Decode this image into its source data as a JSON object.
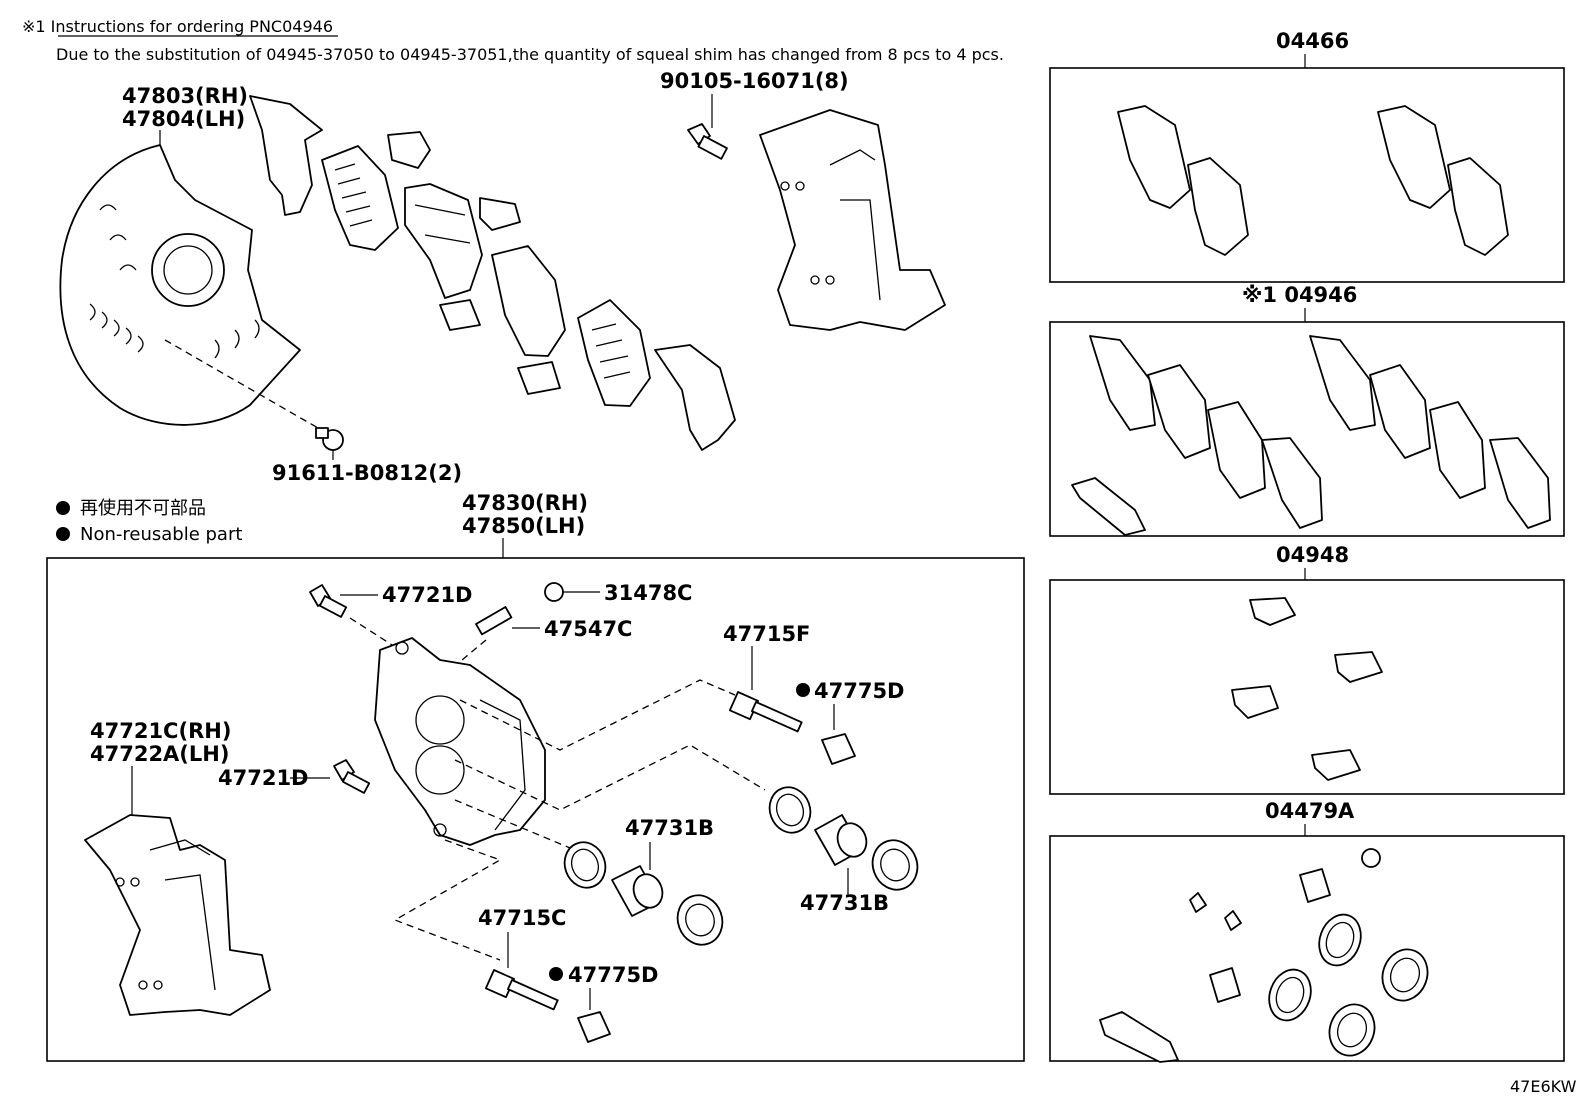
{
  "note": {
    "line1": "※1 Instructions for ordering PNC04946",
    "line2": "Due to the substitution of 04945-37050 to 04945-37051,the quantity of squeal shim has changed from 8 pcs to 4 pcs."
  },
  "legend": {
    "jp": "再使用不可部品",
    "en": "Non-reusable part"
  },
  "labels": {
    "dust_cover_rh": "47803(RH)",
    "dust_cover_lh": "47804(LH)",
    "bolt_90105": "90105-16071(8)",
    "bolt_91611": "91611-B0812(2)",
    "caliper_rh": "47830(RH)",
    "caliper_lh": "47850(LH)",
    "p_47721D_top": "47721D",
    "p_31478C": "31478C",
    "p_47547C": "47547C",
    "p_47715F": "47715F",
    "p_47775D_top": "47775D",
    "mount_rh": "47721C(RH)",
    "mount_lh": "47722A(LH)",
    "p_47721D_mid": "47721D",
    "p_47731B_mid": "47731B",
    "p_47731B_right": "47731B",
    "p_47715C": "47715C",
    "p_47775D_bot": "47775D"
  },
  "kits": {
    "k04466": "04466",
    "k04946": "※1 04946",
    "k04948": "04948",
    "k04479A": "04479A"
  },
  "footer_code": "47E6KW"
}
